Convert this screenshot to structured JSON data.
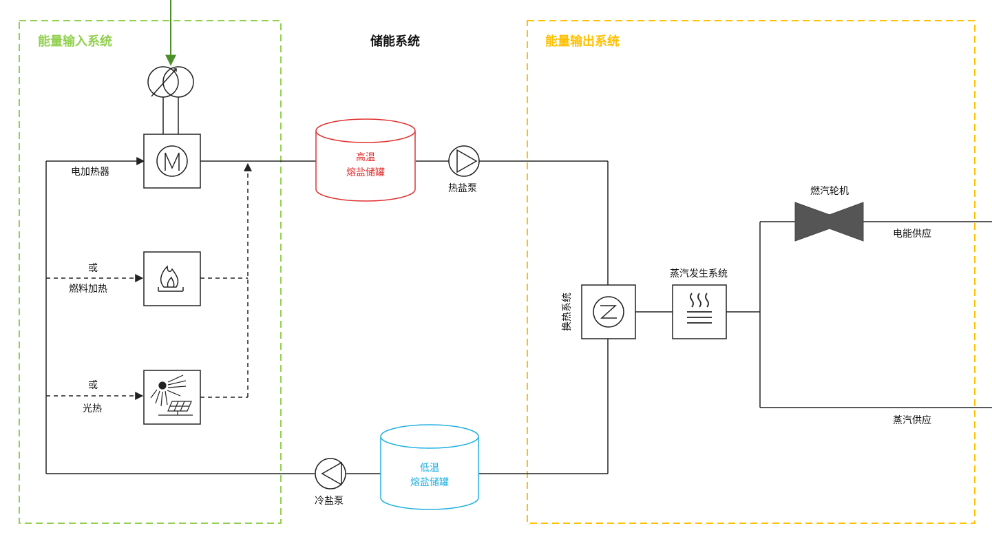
{
  "sections": {
    "input_title": "能量输入系统",
    "storage_title": "储能系统",
    "output_title": "能量输出系统"
  },
  "input": {
    "electric_heater": "电加热器",
    "or_1": "或",
    "fuel_heating": "燃料加热",
    "or_2": "或",
    "solar_thermal": "光热"
  },
  "storage": {
    "hot_tank_line1": "高温",
    "hot_tank_line2": "熔盐储罐",
    "hot_pump": "热盐泵",
    "cold_tank_line1": "低温",
    "cold_tank_line2": "熔盐储罐",
    "cold_pump": "冷盐泵"
  },
  "output": {
    "heat_exchange": "换热系统",
    "steam_generation": "蒸汽发生系统",
    "steam_turbine": "燃汽轮机",
    "power_supply": "电能供应",
    "steam_supply": "蒸汽供应"
  },
  "colors": {
    "input_border": "#92d050",
    "input_title": "#92d050",
    "output_border": "#ffc000",
    "output_title": "#ffc000",
    "hot_tank": "#e03030",
    "cold_tank": "#22b0e0",
    "grid_arrow": "#4a8f2a",
    "line": "#222222"
  }
}
